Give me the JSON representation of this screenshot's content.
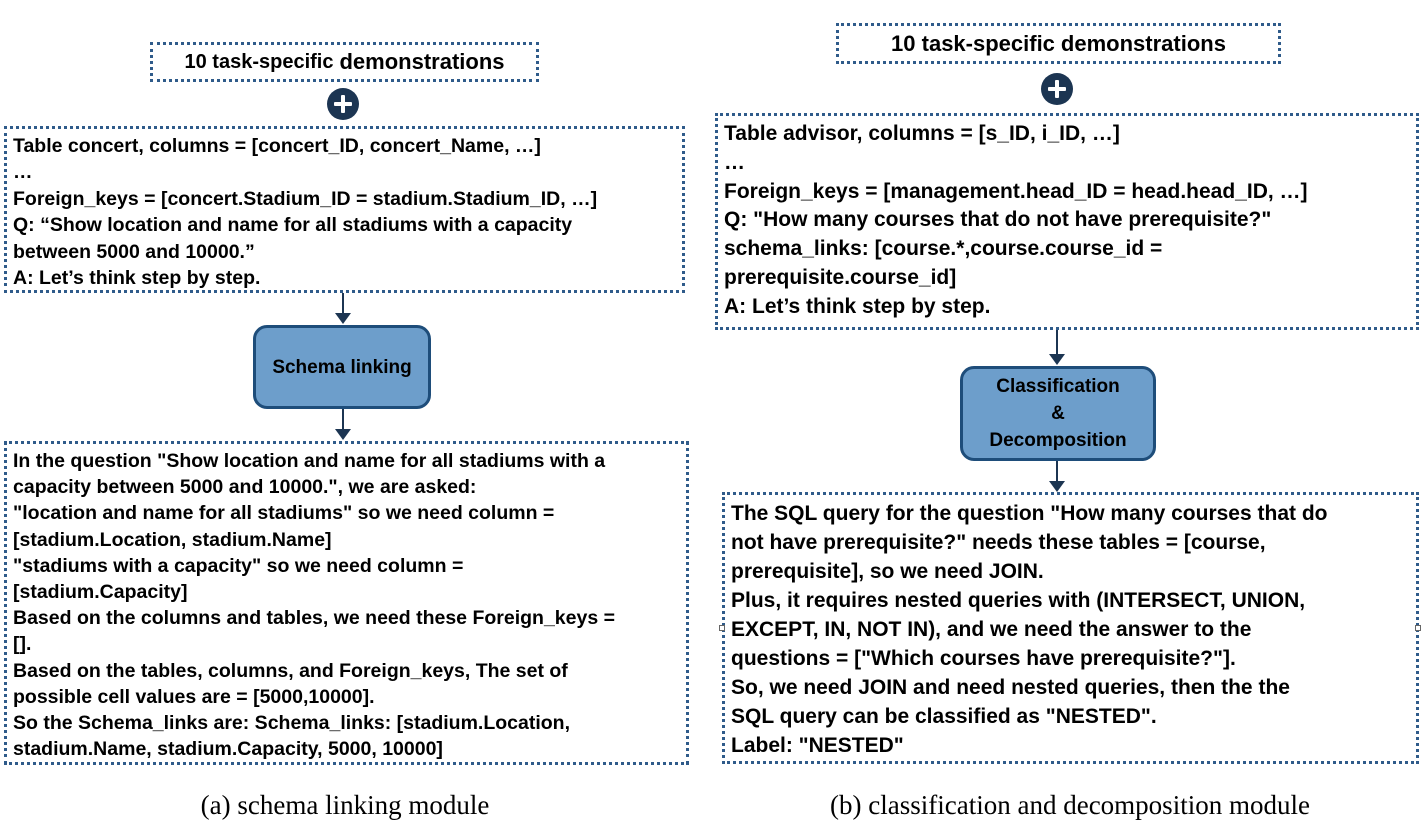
{
  "panel_a": {
    "demo": {
      "lead": "10 task-specific",
      "main": "demonstrations"
    },
    "input_text": "Table concert, columns = [concert_ID, concert_Name, …]\n…\nForeign_keys = [concert.Stadium_ID = stadium.Stadium_ID, …]\nQ: “Show location and name for all stadiums with a capacity\nbetween 5000 and 10000.”\nA: Let’s think step by step.",
    "module_label": "Schema linking",
    "output_text": "In the question \"Show location and name for all stadiums with a\ncapacity between 5000 and 10000.\", we are asked:\n\"location and name for all stadiums\" so we need column =\n[stadium.Location, stadium.Name]\n\"stadiums with a capacity\" so we need column =\n[stadium.Capacity]\nBased on the columns and tables, we need these Foreign_keys =\n[].\nBased on the tables, columns, and Foreign_keys, The set of\npossible cell values are = [5000,10000].\nSo the Schema_links are: Schema_links: [stadium.Location,\nstadium.Name, stadium.Capacity, 5000, 10000]",
    "caption": "(a) schema linking module"
  },
  "panel_b": {
    "demo": {
      "lead": "10 task-specific",
      "main": "demonstrations"
    },
    "input_text": "Table advisor, columns = [s_ID, i_ID, …]\n…\nForeign_keys = [management.head_ID = head.head_ID, …]\nQ: \"How many courses that do not have prerequisite?\"\nschema_links: [course.*,course.course_id =\nprerequisite.course_id]\nA: Let’s think step by step.",
    "module_label": "Classification\n&\nDecomposition",
    "output_text": "The SQL query for the question \"How many courses that do\nnot have prerequisite?\" needs these tables = [course,\nprerequisite], so we need JOIN.\nPlus, it requires nested queries with (INTERSECT, UNION,\nEXCEPT, IN, NOT IN), and we need the answer to the\nquestions = [\"Which courses have prerequisite?\"].\nSo, we need JOIN and need nested queries, then the the\nSQL query can be classified as \"NESTED\".\nLabel: \"NESTED\"",
    "caption": "(b) classification and decomposition module"
  },
  "icons": {
    "combine": "plus-circle-icon",
    "flow": "arrow-down-icon"
  },
  "colors": {
    "module_fill": "#6d9ecb",
    "module_border": "#1e4d7a",
    "dotted_border": "#2f5b8a",
    "icon_dark": "#1c3552"
  }
}
